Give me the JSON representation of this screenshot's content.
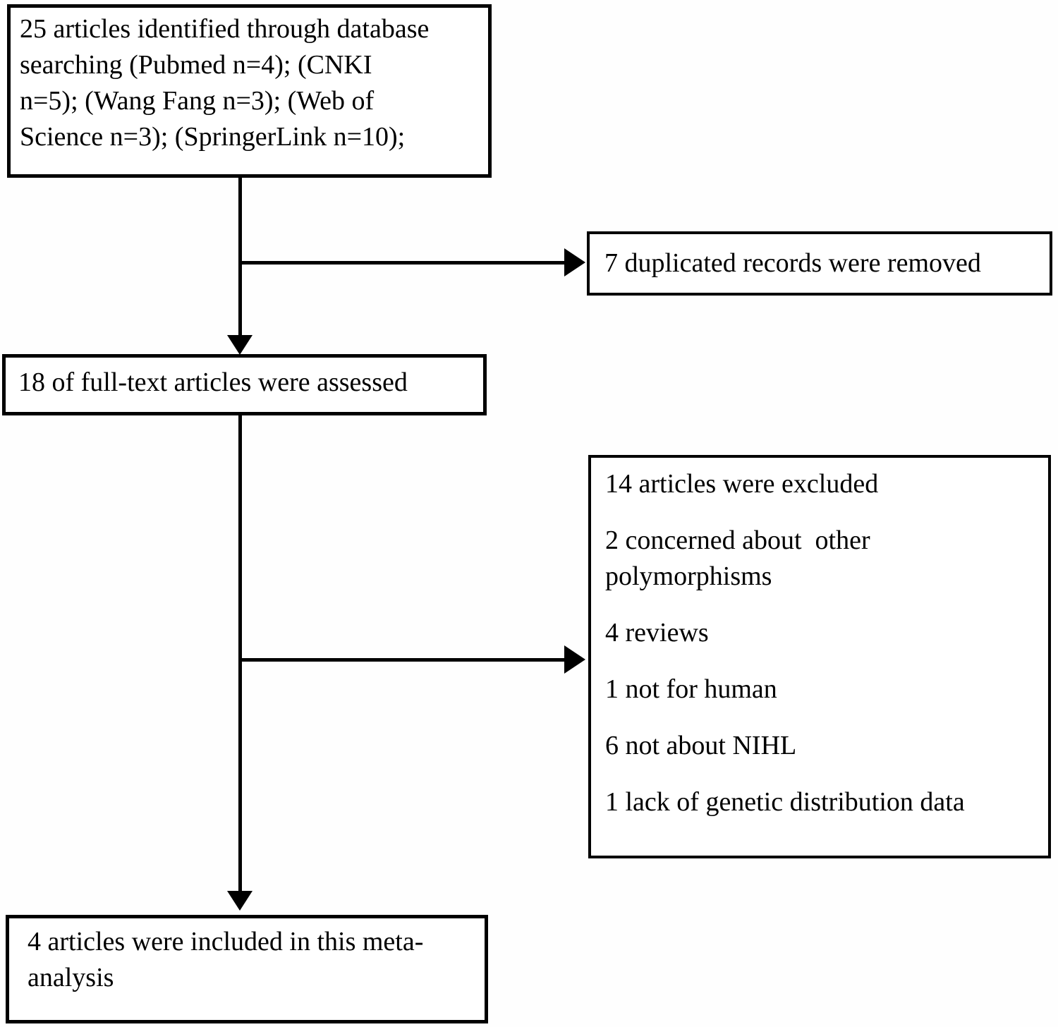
{
  "diagram": {
    "type": "flowchart",
    "background": "#ffffff",
    "line_color": "#000000",
    "nodes": {
      "identified": {
        "text": "25 articles identified through database\nsearching (Pubmed n=4); (CNKI\nn=5); (Wang Fang n=3); (Web of\nScience n=3); (SpringerLink n=10);"
      },
      "duplicates_removed": {
        "text": "7 duplicated records were removed"
      },
      "fulltext_assessed": {
        "text": "18 of full-text articles were assessed"
      },
      "excluded": {
        "title": "14 articles were excluded",
        "reasons": [
          "2 concerned about  other\npolymorphisms",
          "4 reviews",
          "1 not for human",
          "6 not about NIHL",
          "1 lack of genetic distribution data"
        ]
      },
      "included": {
        "text": "4 articles were included in this meta-\nanalysis"
      }
    }
  }
}
